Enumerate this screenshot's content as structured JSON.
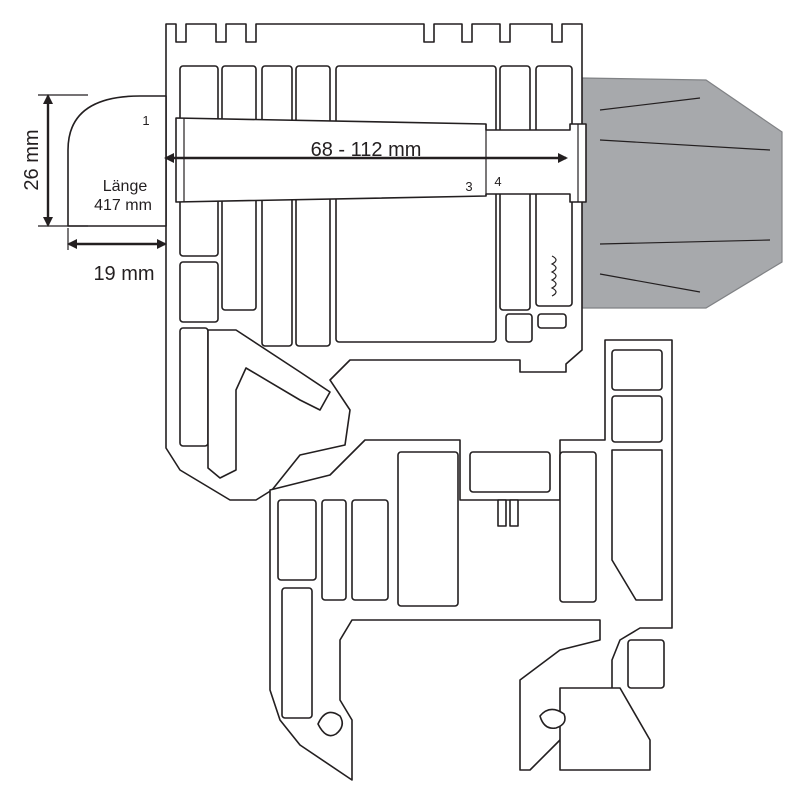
{
  "dimensions": {
    "height": "26 mm",
    "width": "19 mm",
    "range": "68 - 112 mm",
    "length_label": "Länge",
    "length_value": "417 mm"
  },
  "callouts": {
    "c1": "1",
    "c3": "3",
    "c4": "4"
  },
  "colors": {
    "outline": "#231f20",
    "background": "#ffffff",
    "weatherstrip": "#a7a9ac"
  }
}
